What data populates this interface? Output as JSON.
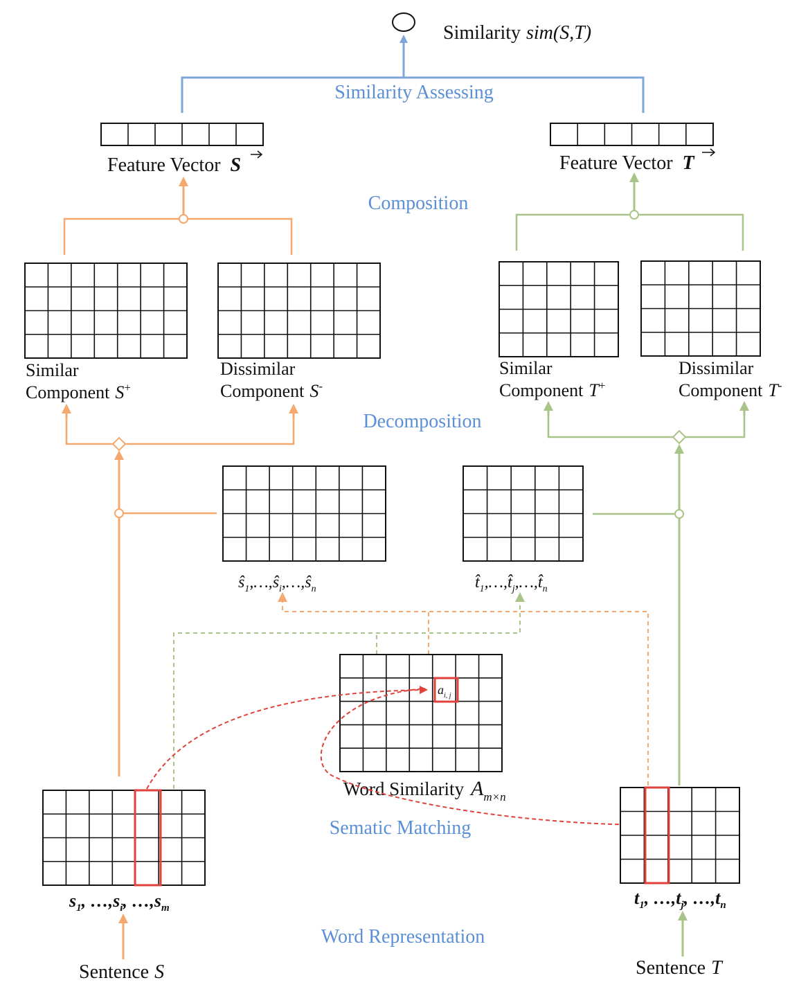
{
  "colors": {
    "blue": "#7ea6d8",
    "stage_text": "#5b8fd6",
    "orange": "#f5a86e",
    "green": "#a8c489",
    "red": "#e0413a",
    "grid": "#111111"
  },
  "output": {
    "label": "Similarity",
    "formula": "sim(S,T)"
  },
  "stages": {
    "similarity_assessing": "Similarity Assessing",
    "composition": "Composition",
    "decomposition": "Decomposition",
    "semantic_matching": "Sematic Matching",
    "word_representation": "Word Representation"
  },
  "left": {
    "feature_vector_label": "Feature Vector",
    "feature_vector_symbol": "S",
    "similar_line1": "Similar",
    "similar_line2": "Component",
    "similar_symbol": "S",
    "similar_sup": "+",
    "dissimilar_line1": "Dissimilar",
    "dissimilar_line2": "Component",
    "dissimilar_symbol": "S",
    "dissimilar_sup": "-",
    "hat_s1": "ŝ",
    "hat_s1_sub": "1",
    "hat_sep": ",…,",
    "hat_si": "ŝ",
    "hat_si_sub": "i",
    "hat_sn": "ŝ",
    "hat_sn_sub": "n",
    "words_s1": "s",
    "words_s1_sub": "1",
    "words_si": "s",
    "words_si_sub": "i",
    "words_sm": "s",
    "words_sm_sub": "m",
    "words_sep1": ", …,",
    "words_sep2": ", …,",
    "sentence_label": "Sentence",
    "sentence_symbol": "S"
  },
  "right": {
    "feature_vector_label": "Feature Vector",
    "feature_vector_symbol": "T",
    "similar_line1": "Similar",
    "similar_line2": "Component",
    "similar_symbol": "T",
    "similar_sup": "+",
    "dissimilar_line1": "Dissimilar",
    "dissimilar_line2": "Component",
    "dissimilar_symbol": "T",
    "dissimilar_sup": "-",
    "hat_t1": "t̂",
    "hat_t1_sub": "1",
    "hat_sep": ",…,",
    "hat_tj": "t̂",
    "hat_tj_sub": "j",
    "hat_tn": "t̂",
    "hat_tn_sub": "n",
    "words_t1": "t",
    "words_t1_sub": "1",
    "words_tj": "t",
    "words_tj_sub": "j",
    "words_tn": "t",
    "words_tn_sub": "n",
    "words_sep1": ", …,",
    "words_sep2": ", …,",
    "sentence_label": "Sentence",
    "sentence_symbol": "T"
  },
  "center": {
    "cell_symbol": "a",
    "cell_sub": "i, j",
    "matrix_label": "Word Similarity",
    "matrix_symbol": "A",
    "matrix_sub": "m×n"
  }
}
